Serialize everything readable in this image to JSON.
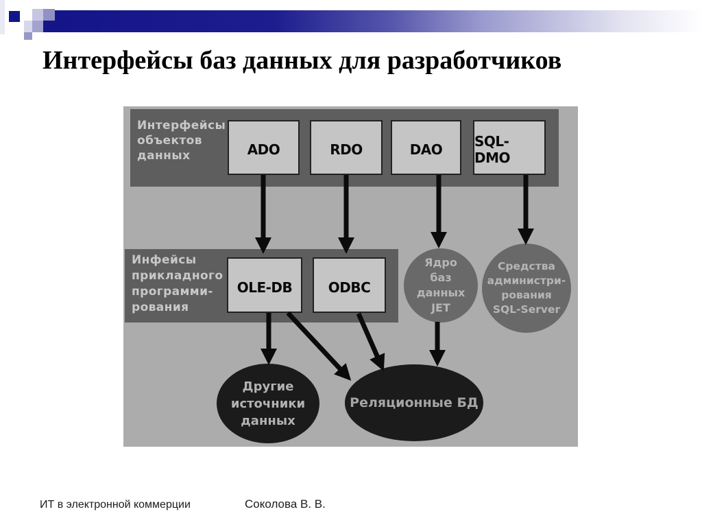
{
  "header": {
    "title": "Интерфейсы баз данных для разработчиков"
  },
  "diagram": {
    "object_band": {
      "label": "Интерфейсы\nобъектов\nданных"
    },
    "api_band": {
      "label": "Инфейсы\nприкладного\nпрограмми-\nрования"
    },
    "object_boxes": [
      {
        "label": "ADO"
      },
      {
        "label": "RDO"
      },
      {
        "label": "DAO"
      },
      {
        "label": "SQL-DMO"
      }
    ],
    "api_boxes": [
      {
        "label": "OLE-DB"
      },
      {
        "label": "ODBC"
      }
    ],
    "nodes": {
      "jet": {
        "label": "Ядро\nбаз\nданных\nJET"
      },
      "sql_admin": {
        "label": "Средства\nадминистри-\nрования\nSQL-Server"
      },
      "other_sources": {
        "label": "Другие\nисточники\nданных"
      },
      "relational_db": {
        "label": "Реляционные БД"
      }
    },
    "edges": [
      {
        "from": "ADO",
        "to": "OLE-DB"
      },
      {
        "from": "RDO",
        "to": "ODBC"
      },
      {
        "from": "DAO",
        "to": "Ядро баз данных JET"
      },
      {
        "from": "SQL-DMO",
        "to": "Средства администрирования SQL-Server"
      },
      {
        "from": "OLE-DB",
        "to": "Другие источники данных"
      },
      {
        "from": "OLE-DB",
        "to": "Реляционные БД"
      },
      {
        "from": "ODBC",
        "to": "Реляционные БД"
      },
      {
        "from": "Ядро баз данных JET",
        "to": "Реляционные БД"
      }
    ],
    "colors": {
      "accent_navy": "#15158a",
      "panel_gray": "#acacac",
      "band_gray": "#5e5e5e",
      "box_gray": "#c5c5c5",
      "circle_gray": "#696969",
      "ellipse_black": "#1b1b1b",
      "arrow_black": "#0b0b0b"
    }
  },
  "footer": {
    "course": "ИТ в электронной коммерции",
    "author": "Соколова В. В."
  }
}
